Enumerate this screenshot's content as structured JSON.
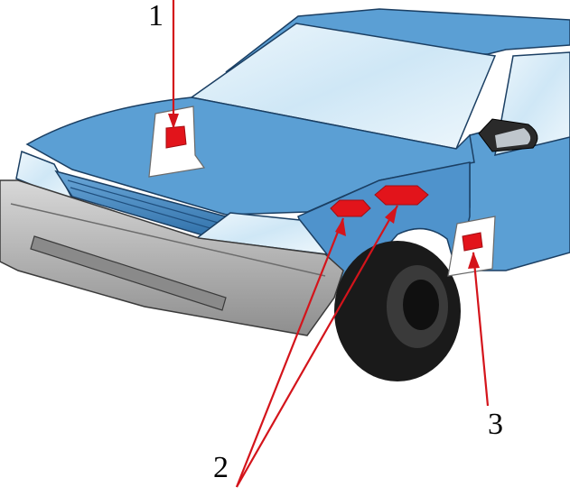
{
  "callouts": {
    "label_1": "1",
    "label_2": "2",
    "label_3": "3"
  },
  "colors": {
    "body_blue": "#5b9fd4",
    "body_blue_dark": "#4a88bd",
    "glass": "#d6ecf8",
    "bumper_gray": "#b4b4b4",
    "tire_black": "#1a1a1a",
    "sticker_white": "#ffffff",
    "marker_red": "#e2141b",
    "leader_red": "#d4141b"
  },
  "icons": [
    "car-front-illustration",
    "sticker-marker"
  ]
}
